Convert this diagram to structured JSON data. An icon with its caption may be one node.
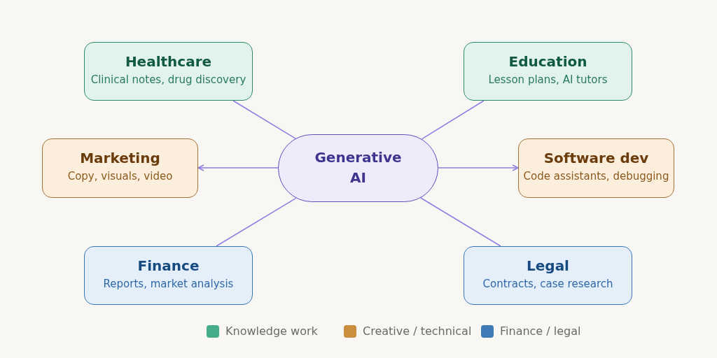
{
  "diagram": {
    "nodes": [
      {
        "text": [
          "Healthcare",
          "Clinical notes, drug discovery"
        ]
      },
      {
        "text": [
          "Education",
          "Lesson plans, AI tutors"
        ]
      },
      {
        "text": [
          "Marketing",
          "Copy, visuals, video"
        ]
      },
      {
        "text": [
          "Generative AI"
        ]
      },
      {
        "text": [
          "Software dev",
          "Code assistants, debugging"
        ]
      },
      {
        "text": [
          "Finance",
          "Reports, market analysis"
        ]
      },
      {
        "text": [
          "Legal",
          "Contracts, case research"
        ]
      }
    ],
    "edges": [
      {
        "from": 3,
        "to": 0,
        "arrow": "none"
      },
      {
        "from": 3,
        "to": 1,
        "arrow": "none"
      },
      {
        "from": 3,
        "to": 2,
        "arrow": "to"
      },
      {
        "from": 3,
        "to": 4,
        "arrow": "to"
      },
      {
        "from": 3,
        "to": 5,
        "arrow": "none"
      },
      {
        "from": 3,
        "to": 6,
        "arrow": "none"
      }
    ],
    "legend": [
      {
        "text": "Knowledge work",
        "color": "#45ad8a"
      },
      {
        "text": "Creative / technical",
        "color": "#c98e3e"
      },
      {
        "text": "Finance / legal",
        "color": "#3f7bb8"
      }
    ]
  }
}
